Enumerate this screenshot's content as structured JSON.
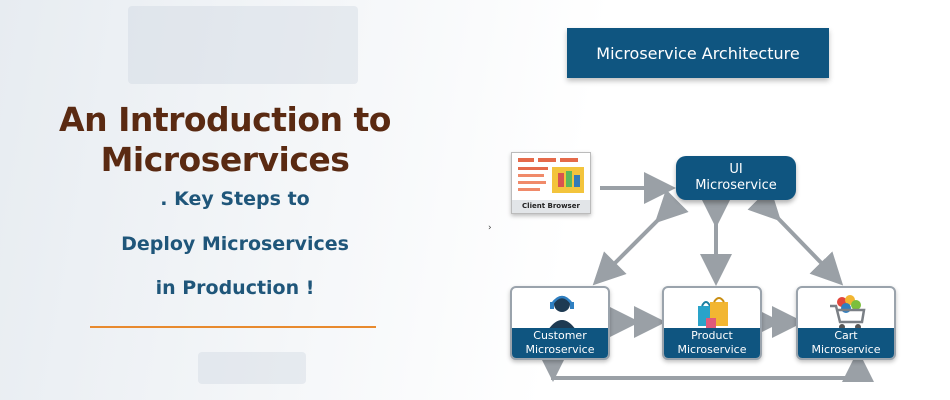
{
  "headline": {
    "line1": "An Introduction to",
    "line2": "Microservices"
  },
  "subtitle": {
    "line1": ". Key Steps to",
    "line2": "Deploy Microservices",
    "line3": "in Production !"
  },
  "diagram": {
    "banner": "Microservice Architecture",
    "client": "Client Browser",
    "ui": {
      "line1": "UI",
      "line2": "Microservice"
    },
    "customer": {
      "line1": "Customer",
      "line2": "Microservice"
    },
    "product": {
      "line1": "Product",
      "line2": "Microservice"
    },
    "cart": {
      "line1": "Cart",
      "line2": "Microservice"
    }
  },
  "colors": {
    "navy": "#0f5580",
    "headline": "#5a2a12",
    "subtitle": "#1f567a",
    "accent_rule": "#e88a2e",
    "arrow": "#9aa0a6"
  }
}
